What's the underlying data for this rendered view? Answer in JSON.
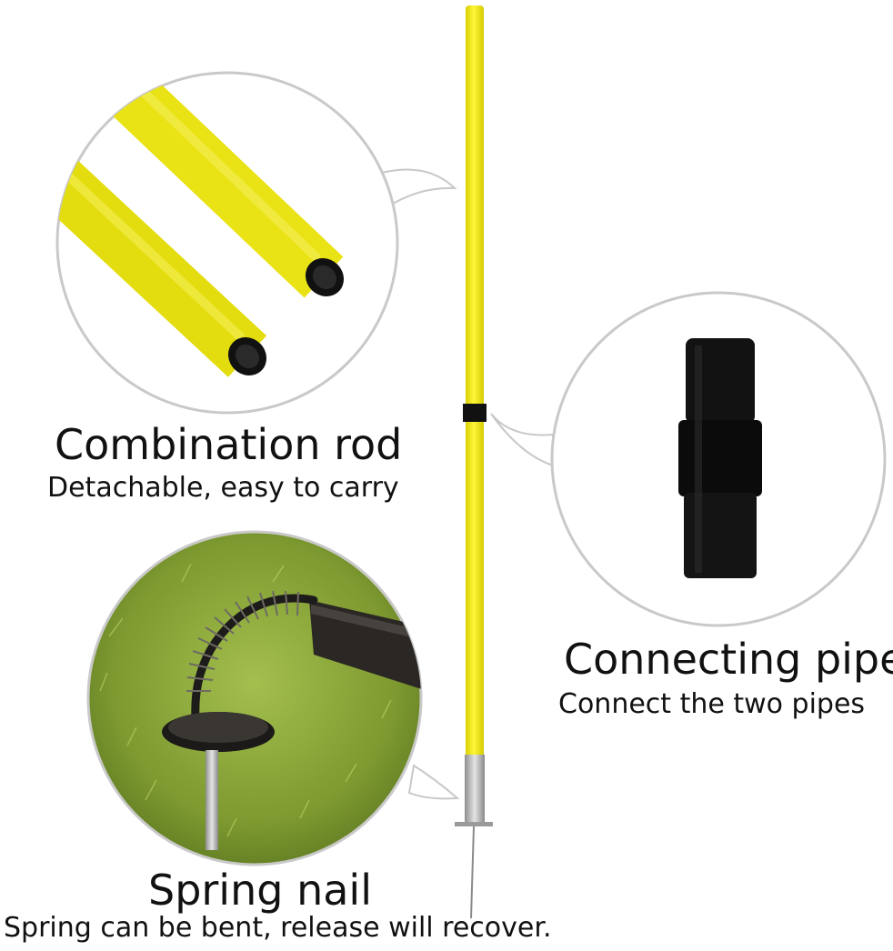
{
  "features": [
    {
      "id": "combination",
      "title": "Combination rod",
      "subtitle": "Detachable, easy to carry",
      "icon": "rod-ends-closeup"
    },
    {
      "id": "connecting",
      "title": "Connecting pipe",
      "subtitle": "Connect the two pipes",
      "icon": "black-connector-closeup"
    },
    {
      "id": "spring",
      "title": "Spring nail",
      "subtitle": "Spring can be bent, release will recover.",
      "icon": "spring-nail-closeup"
    }
  ],
  "colors": {
    "pole": "#f2ea1e",
    "connector": "#111111",
    "grass": "#8aa83a",
    "circle_border": "#cfcfcf"
  }
}
